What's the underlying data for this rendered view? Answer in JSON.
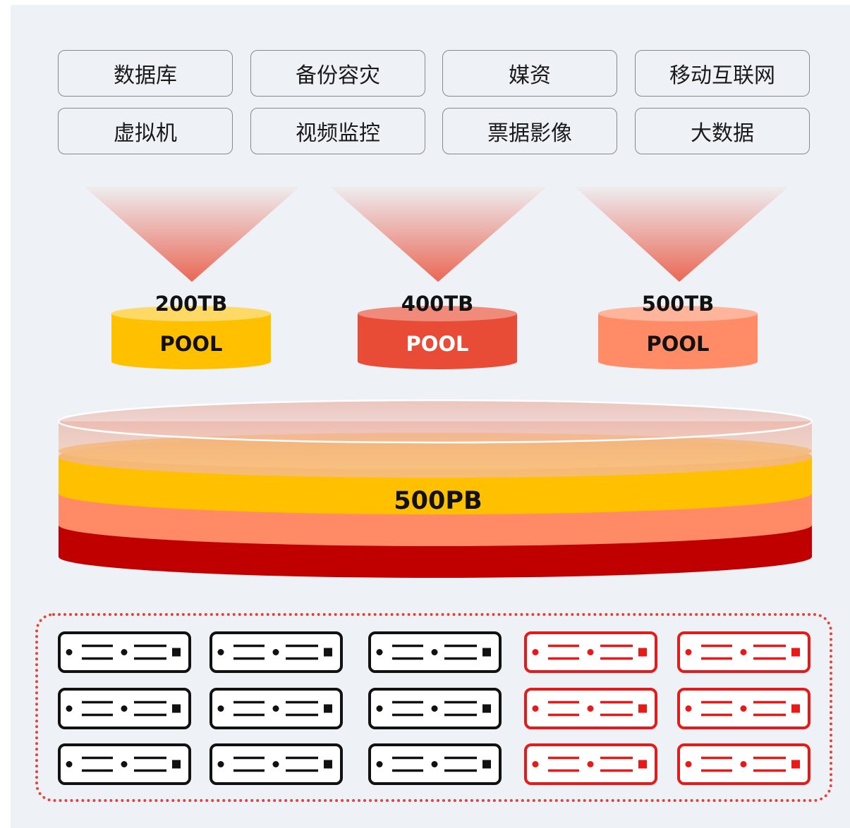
{
  "categories": [
    "数据库",
    "备份容灾",
    "媒资",
    "移动互联网",
    "虚拟机",
    "视频监控",
    "票据影像",
    "大数据"
  ],
  "pools": [
    {
      "capacity": "200TB",
      "label": "POOL",
      "color": "#ffc000",
      "top_color": "#ffd966",
      "text_color": "#111111"
    },
    {
      "capacity": "400TB",
      "label": "POOL",
      "color": "#e84b36",
      "top_color": "#f08a7a",
      "text_color": "#ffffff"
    },
    {
      "capacity": "500TB",
      "label": "POOL",
      "color": "#ff8c66",
      "top_color": "#ffb59b",
      "text_color": "#111111"
    }
  ],
  "total_capacity": "500PB",
  "colors": {
    "background": "#eef1f5",
    "funnel": "#e8503a",
    "cylinder_red": "#c00000",
    "cylinder_salmon": "#ff8a65",
    "cylinder_yellow": "#ffc000",
    "server_black": "#111111",
    "server_red": "#e81919",
    "frame_dotted": "#e8413a"
  },
  "servers": {
    "rows": 3,
    "columns": 5,
    "column_colors": [
      "black",
      "black",
      "black",
      "red",
      "red"
    ],
    "icon": "server-rack-icon"
  }
}
